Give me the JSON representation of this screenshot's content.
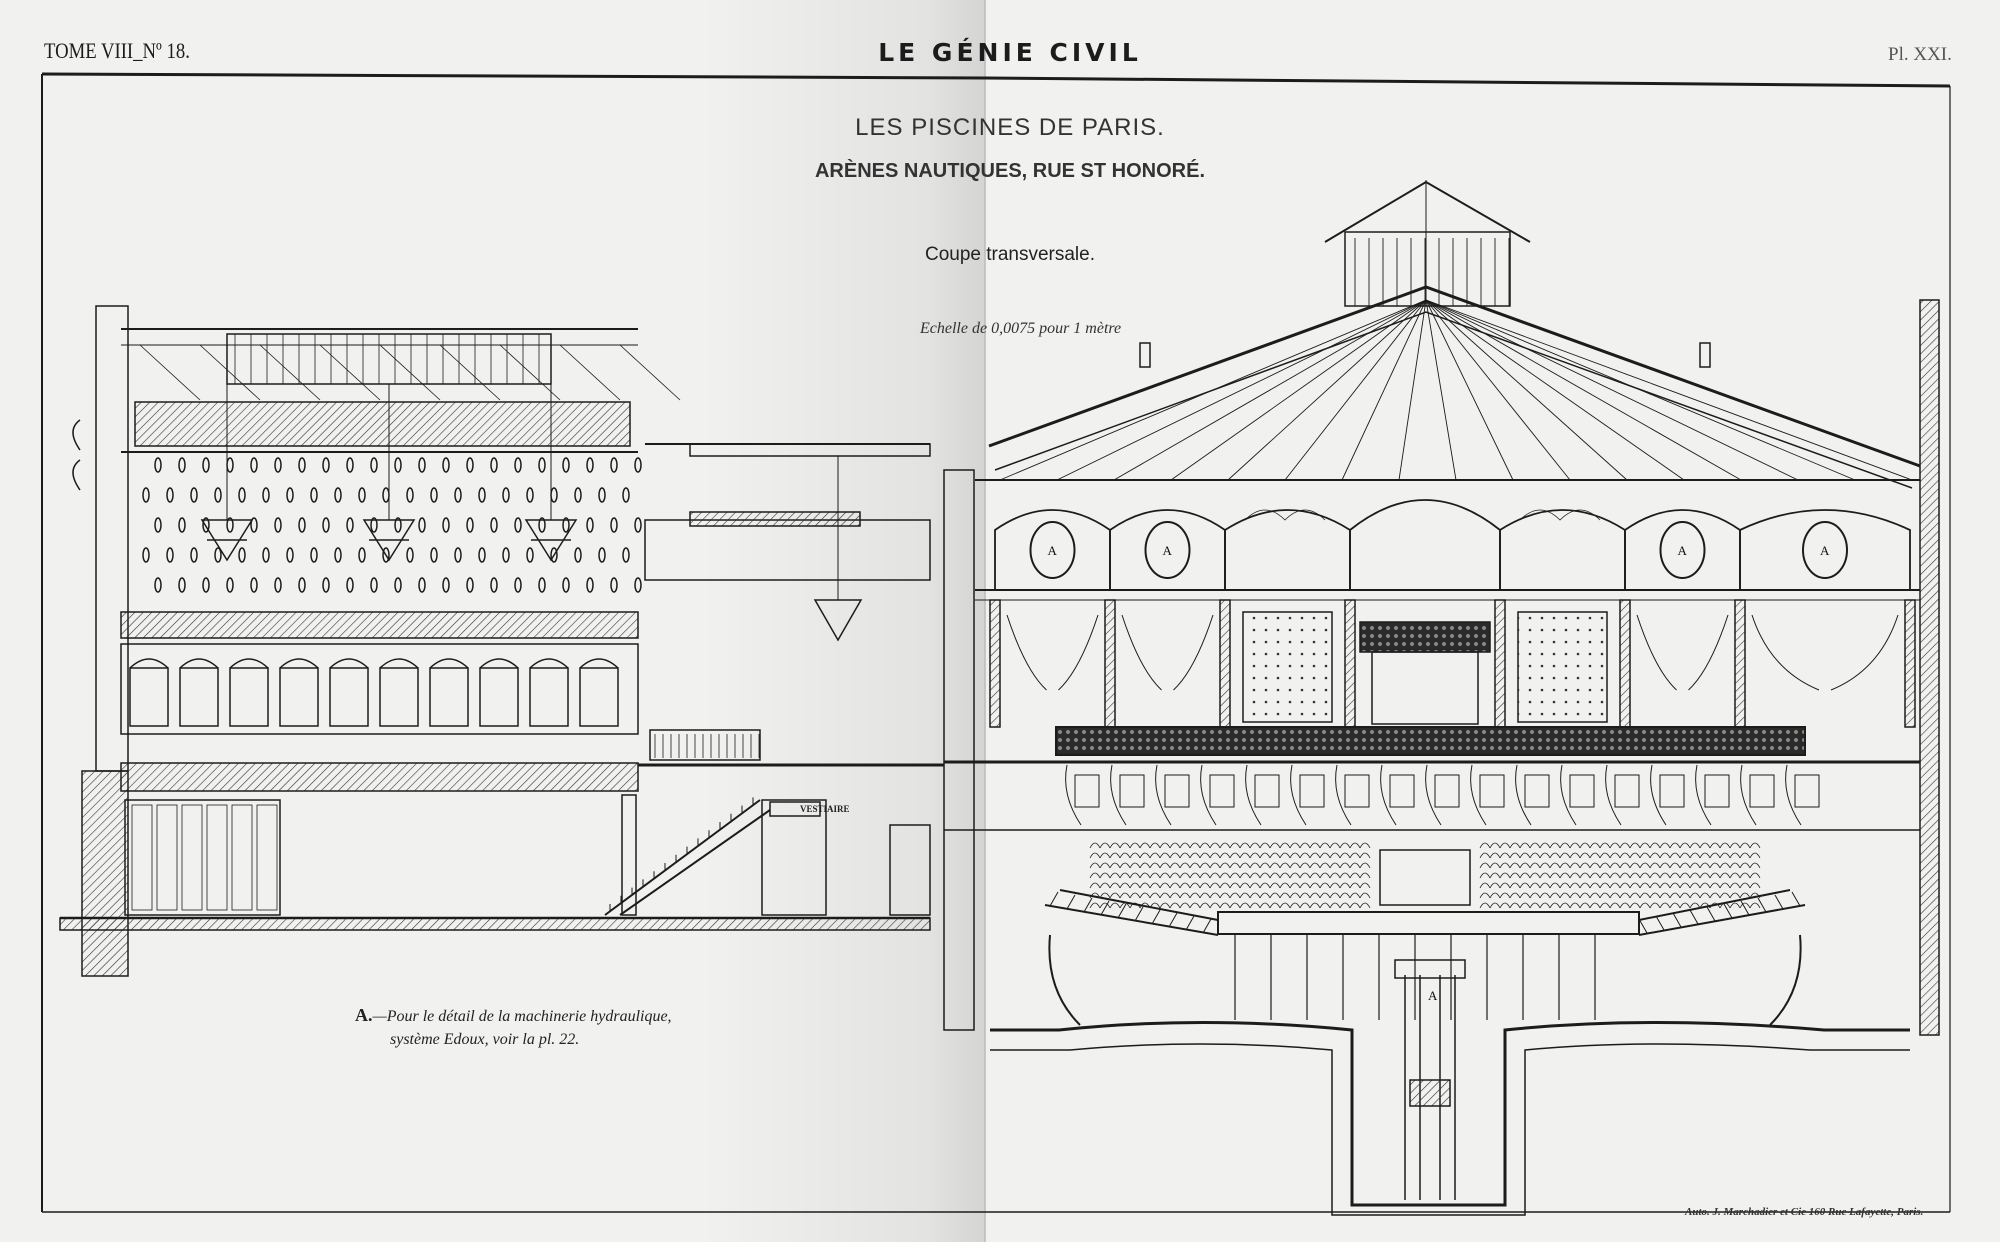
{
  "header": {
    "volume": "TOME VIII_Nº 18.",
    "journal": "LE GÉNIE CIVIL",
    "plate": "Pl. XXI."
  },
  "title": {
    "main": "LES PISCINES DE PARIS.",
    "subtitle": "ARÈNES NAUTIQUES, RUE ST HONORÉ.",
    "section": "Coupe transversale.",
    "scale": "Echelle de 0,0075 pour 1 mètre"
  },
  "drawing": {
    "room_label": "VESTIAIRE",
    "marker": "A"
  },
  "note": {
    "letter": "A.",
    "line1": "—Pour le détail de la machinerie hydraulique,",
    "line2": "système Edoux, voir la pl. 22."
  },
  "footer": {
    "printer": "Auto. J. Marchadier et Cie 160 Rue Lafayette, Paris."
  },
  "colors": {
    "paper": "#f1f1f0",
    "ink": "#1c1c1c"
  }
}
